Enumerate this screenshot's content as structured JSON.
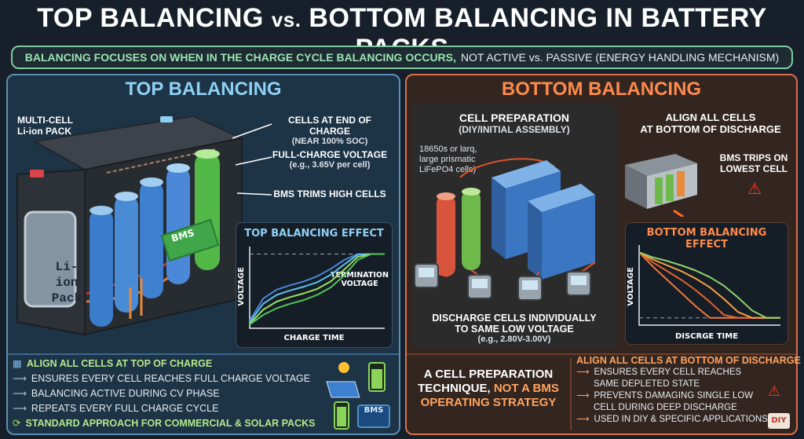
{
  "header": {
    "title_part1": "TOP BALANCING ",
    "title_vs": "vs.",
    "title_part2": " BOTTOM BALANCING IN BATTERY PACKS",
    "subtitle_highlight": "BALANCING FOCUSES ON WHEN IN THE CHARGE CYCLE BALANCING OCCURS,",
    "subtitle_rest": "NOT ACTIVE vs. PASSIVE (ENERGY HANDLING MECHANISM)"
  },
  "top": {
    "title": "TOP BALANCING",
    "pack_label_line1": "MULTI-CELL",
    "pack_label_line2": "Li-ion PACK",
    "pack_face_line1": "Li-ion",
    "pack_face_line2": "Pack",
    "callout1_line1": "CELLS AT END OF CHARGE",
    "callout1_line2": "(NEAR 100% SOC)",
    "callout2_line1": "FULL-CHARGE VOLTAGE",
    "callout2_line2": "(e.g., 3.65V per cell)",
    "callout3": "BMS TRIMS HIGH CELLS",
    "bms_label": "BMS",
    "chart_title": "TOP BALANCING EFFECT",
    "chart_annotation_line1": "TERMINATION",
    "chart_annotation_line2": "VOLTAGE",
    "bullets": [
      "ALIGN ALL CELLS AT TOP OF CHARGE",
      "ENSURES EVERY CELL REACHES FULL CHARGE VOLTAGE",
      "BALANCING ACTIVE DURING CV PHASE",
      "REPEATS EVERY FULL CHARGE CYCLE",
      "STANDARD APPROACH FOR COMMERCIAL & SOLAR PACKS"
    ],
    "bms_chip": "BMS"
  },
  "bottom": {
    "title": "BOTTOM BALANCING",
    "prep_title": "CELL PREPARATION",
    "prep_sub": "(DIY/INITIAL ASSEMBLY)",
    "cells_note_line1": "18650s or larq,",
    "cells_note_line2": "large prismatic",
    "cells_note_line3": "LiFePO4 cells)",
    "align_line1": "ALIGN ALL CELLS",
    "align_line2": "AT BOTTOM OF DISCHARGE",
    "bms_trip_line1": "BMS TRIPS ON",
    "bms_trip_line2": "LOWEST CELL",
    "discharge_line1": "DISCHARGE CELLS INDIVIDUALLY",
    "discharge_line2": "TO SAME LOW VOLTAGE",
    "discharge_line3": "(e.g., 2.80V-3.00V)",
    "chart_title": "BOTTOM BALANCING EFFECT",
    "technique_line1": "A CELL PREPARATION",
    "technique_line2a": "TECHNIQUE, ",
    "technique_line2b": "NOT A BMS",
    "technique_line3": "OPERATING STRATEGY",
    "bullets_title": "ALIGN ALL CELLS AT BOTTOM OF DISCHARGE",
    "bullets": [
      "ENSURES EVERY CELL REACHES",
      "SAME DEPLETED STATE",
      "PREVENTS DAMAGING SINGLE LOW",
      "CELL DURING DEEP DISCHARGE",
      "USED IN DIY & SPECIFIC APPLICATIONS"
    ],
    "diy_badge": "DIY"
  },
  "chart_data": [
    {
      "type": "line",
      "title": "TOP BALANCING EFFECT",
      "xlabel": "CHARGE TIME",
      "ylabel": "VOLTAGE",
      "x": [
        0,
        10,
        20,
        30,
        40,
        50,
        60,
        70,
        80,
        90,
        100
      ],
      "series": [
        {
          "values": [
            10,
            40,
            52,
            58,
            63,
            70,
            80,
            92,
            100,
            100,
            100
          ]
        },
        {
          "values": [
            8,
            33,
            45,
            51,
            56,
            62,
            72,
            86,
            99,
            100,
            100
          ]
        },
        {
          "values": [
            6,
            25,
            36,
            42,
            47,
            53,
            63,
            79,
            96,
            100,
            100
          ]
        },
        {
          "values": [
            5,
            18,
            27,
            33,
            38,
            45,
            55,
            71,
            92,
            100,
            100
          ]
        }
      ],
      "reference_line": 100,
      "ylim": [
        0,
        110
      ],
      "grid": false,
      "colors": [
        "#4b86d6",
        "#5cc0e8",
        "#9be060",
        "#56c45a"
      ]
    },
    {
      "type": "line",
      "title": "BOTTOM BALANCING EFFECT",
      "xlabel": "DISCRGE TIME",
      "ylabel": "VOLTAGE",
      "x": [
        0,
        10,
        20,
        30,
        40,
        50,
        60,
        70,
        80,
        90,
        100
      ],
      "series": [
        {
          "values": [
            100,
            80,
            62,
            44,
            26,
            10,
            10,
            10,
            10,
            10,
            10
          ]
        },
        {
          "values": [
            100,
            86,
            74,
            62,
            48,
            32,
            14,
            10,
            10,
            10,
            10
          ]
        },
        {
          "values": [
            100,
            90,
            82,
            74,
            64,
            52,
            36,
            18,
            10,
            10,
            10
          ]
        },
        {
          "values": [
            100,
            93,
            88,
            82,
            75,
            66,
            54,
            38,
            20,
            10,
            10
          ]
        }
      ],
      "reference_line": 10,
      "ylim": [
        0,
        110
      ],
      "grid": false,
      "colors": [
        "#f07a3c",
        "#e8622c",
        "#f6a045",
        "#8fd06a"
      ]
    }
  ]
}
